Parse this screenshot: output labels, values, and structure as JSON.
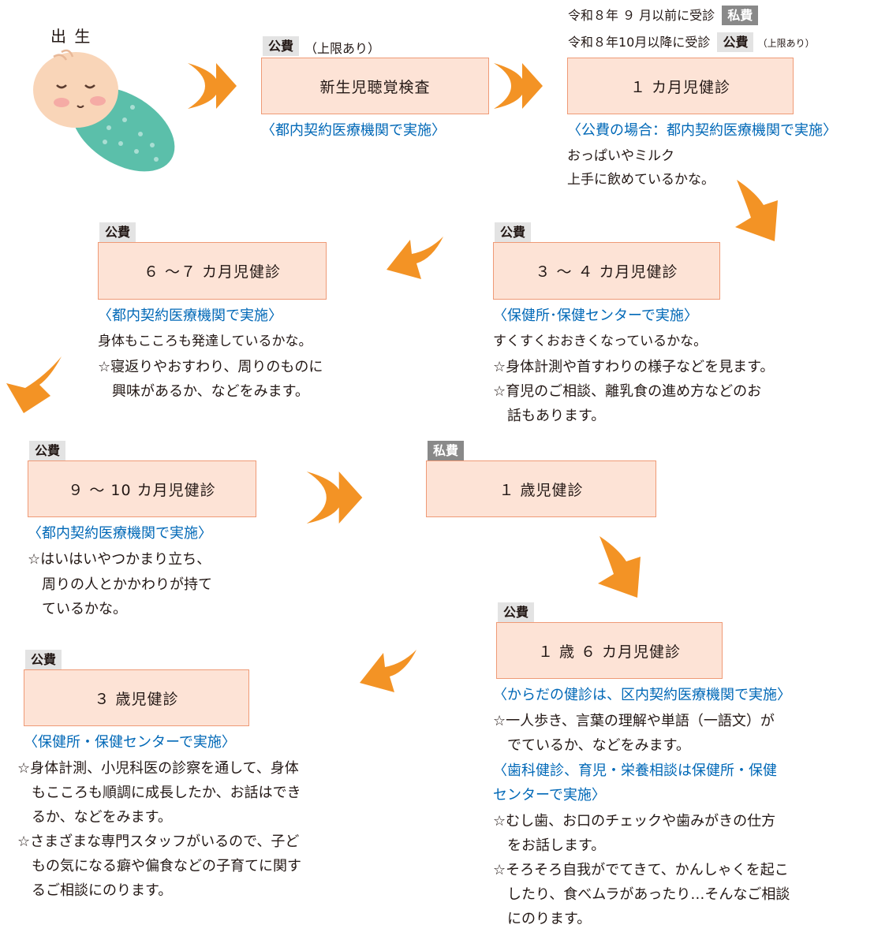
{
  "birth": {
    "label": "出 生"
  },
  "colors": {
    "box_fill": "#fde3d6",
    "box_border": "#ef9a76",
    "arrow": "#f39325",
    "link_blue": "#0068b7"
  },
  "newborn": {
    "badge": "公費",
    "badge_note": "（上限あり）",
    "title": "新生児聴覚検査",
    "place": "〈都内契約医療機関で実施〉"
  },
  "one_month": {
    "line1_prefix": "令和８年 ９ 月以前に受診",
    "line1_badge": "私費",
    "line2_prefix": "令和８年10月以降に受診",
    "line2_badge": "公費",
    "line2_note": "（上限あり）",
    "title": "１ カ月児健診",
    "place": "〈公費の場合：都内契約医療機関で実施〉",
    "desc": [
      "おっぱいやミルク",
      "上手に飲めているかな。"
    ]
  },
  "m3_4": {
    "badge": "公費",
    "title": "３ 〜 ４ カ月児健診",
    "place": "〈保健所･保健センターで実施〉",
    "desc": [
      "すくすくおおきくなっているかな。",
      "☆身体計測や首すわりの様子などを見ます。",
      "☆育児のご相談、離乳食の進め方などのお",
      "　話もあります。"
    ]
  },
  "m6_7": {
    "badge": "公費",
    "title": "６ 〜７ カ月児健診",
    "place": "〈都内契約医療機関で実施〉",
    "desc": [
      "身体もこころも発達しているかな。",
      "☆寝返りやおすわり、周りのものに",
      "　興味があるか、などをみます。"
    ]
  },
  "m9_10": {
    "badge": "公費",
    "title": "９ 〜 10 カ月児健診",
    "place": "〈都内契約医療機関で実施〉",
    "desc": [
      "☆はいはいやつかまり立ち、",
      "　周りの人とかかわりが持て",
      "　ているかな。"
    ]
  },
  "y1": {
    "badge": "私費",
    "title": "１ 歳児健診"
  },
  "y1_6": {
    "badge": "公費",
    "title": "１ 歳 ６ カ月児健診",
    "place1": "〈からだの健診は、区内契約医療機関で実施〉",
    "desc1": [
      "☆一人歩き、言葉の理解や単語（一語文）が",
      "　でているか、などをみます。"
    ],
    "place2": [
      "〈歯科健診、育児・栄養相談は保健所・保健",
      "センターで実施〉"
    ],
    "desc2": [
      "☆むし歯、お口のチェックや歯みがきの仕方",
      "　をお話します。",
      "☆そろそろ自我がでてきて、かんしゃくを起こ",
      "　したり、食べムラがあったり…そんなご相談",
      "　にのります。"
    ]
  },
  "y3": {
    "badge": "公費",
    "title": "３ 歳児健診",
    "place": "〈保健所・保健センターで実施〉",
    "desc": [
      "☆身体計測、小児科医の診察を通して、身体",
      "　もこころも順調に成長したか、お話はでき",
      "　るか、などをみます。",
      "☆さまざまな専門スタッフがいるので、子ど",
      "　もの気になる癖や偏食などの子育てに関す",
      "　るご相談にのります。"
    ]
  }
}
